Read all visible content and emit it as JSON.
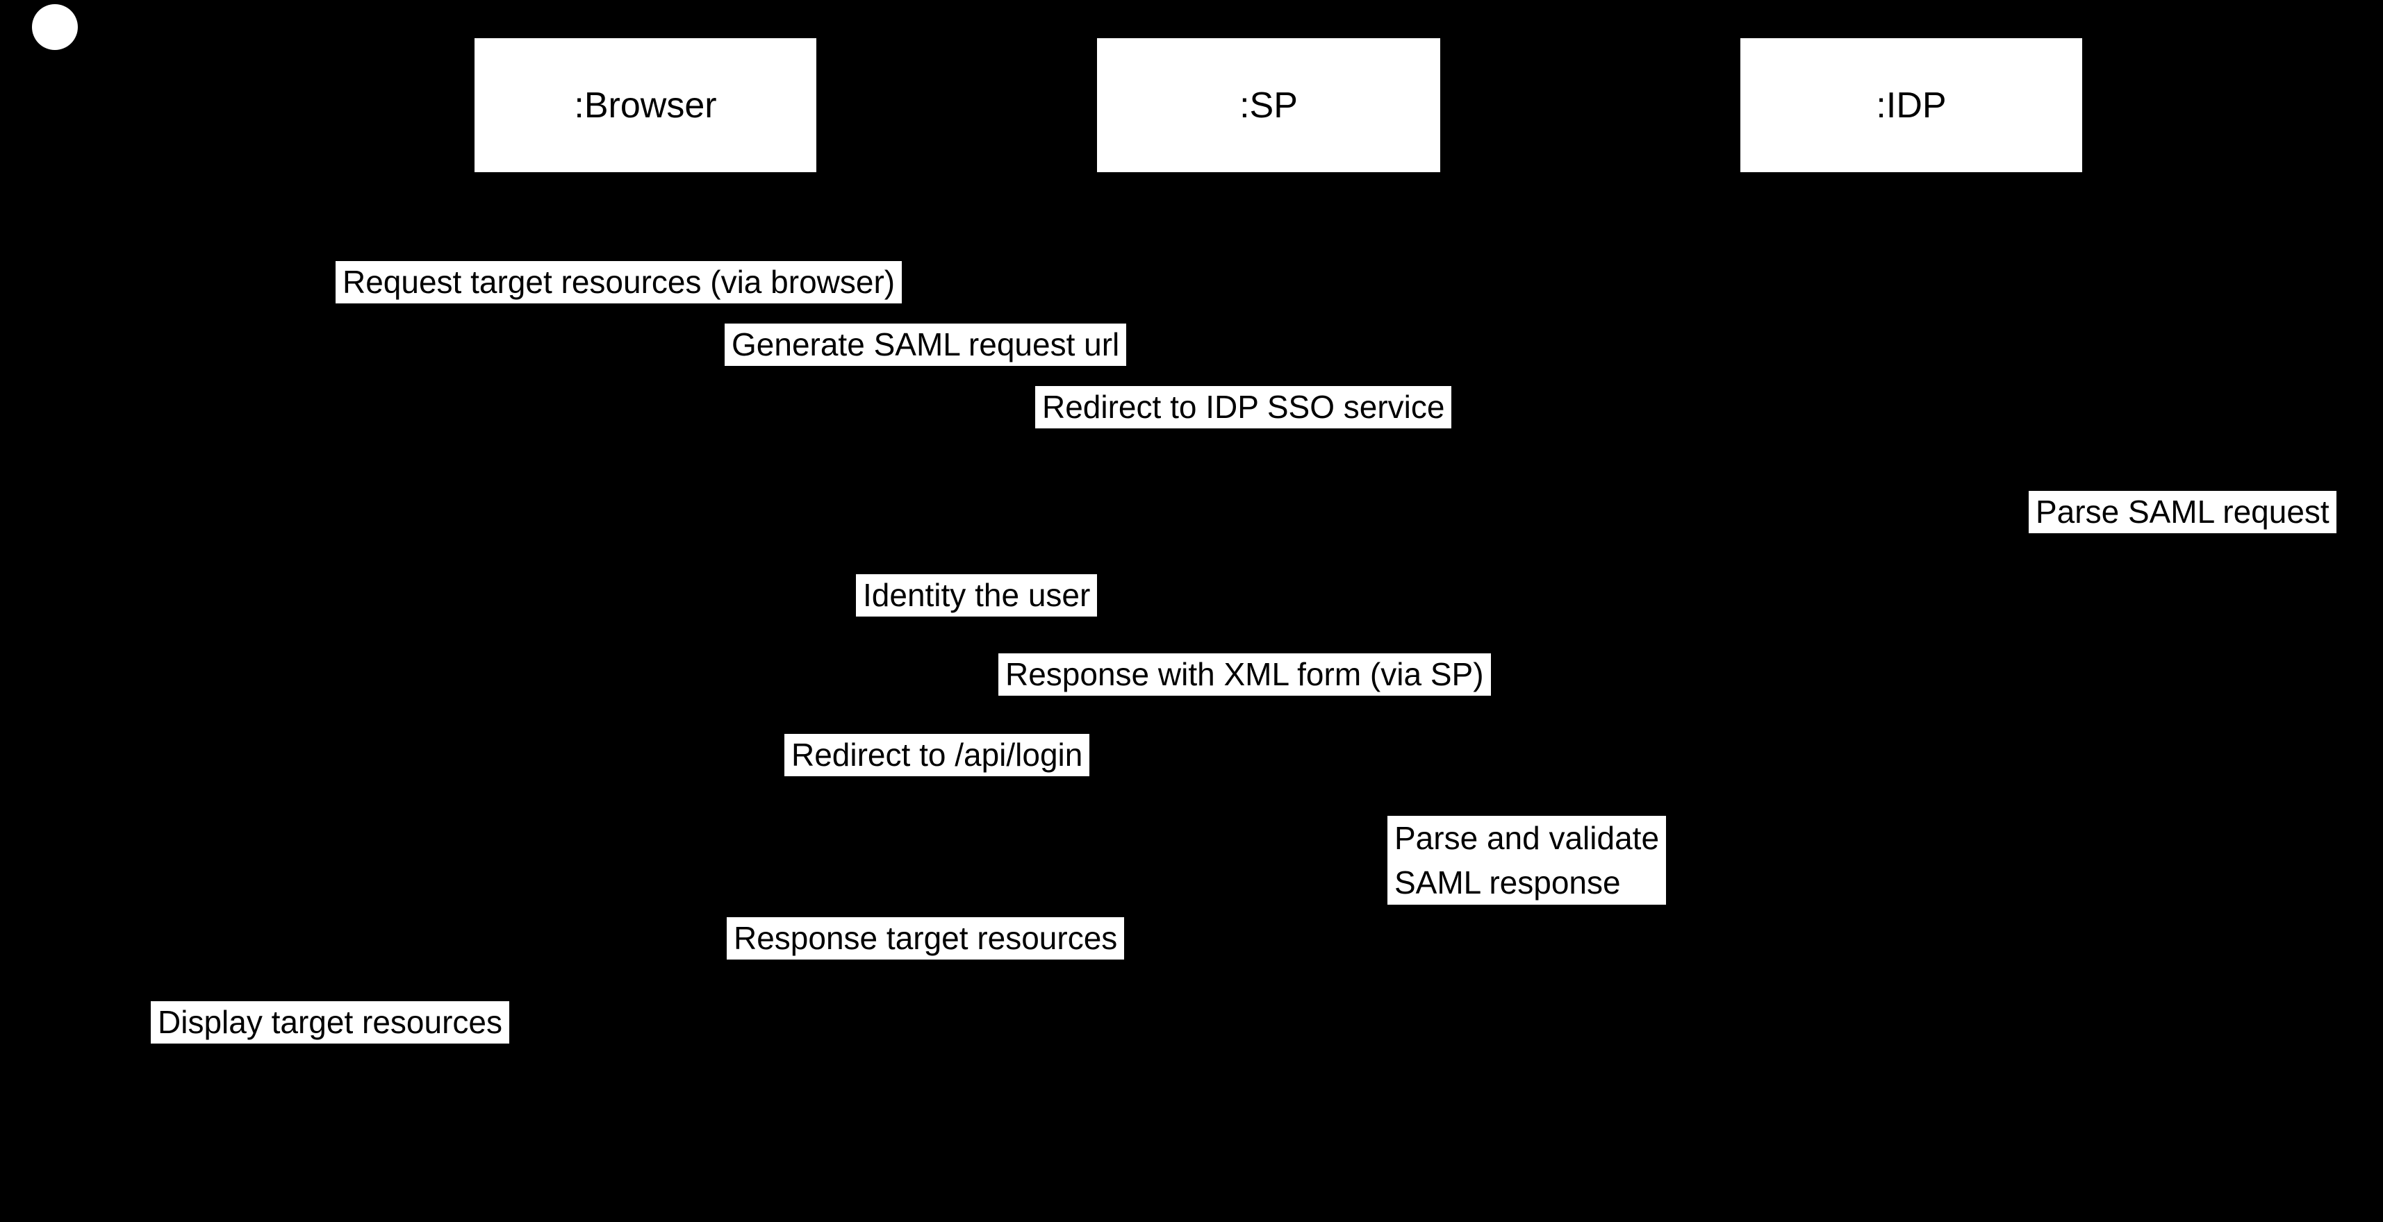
{
  "diagram": {
    "title": "SAML SSO sequence diagram",
    "colors": {
      "background": "#000000",
      "node_fill": "#ffffff",
      "node_text": "#000000"
    },
    "lifelines": [
      {
        "label": ":Browser"
      },
      {
        "label": ":SP"
      },
      {
        "label": ":IDP"
      }
    ],
    "messages": [
      {
        "text": "Request target resources (via browser)"
      },
      {
        "text": "Generate SAML request url"
      },
      {
        "text": "Redirect to IDP SSO service"
      },
      {
        "text": "Parse SAML request"
      },
      {
        "text": "Identity the user"
      },
      {
        "text": "Response with XML form (via SP)"
      },
      {
        "text": "Redirect to /api/login"
      },
      {
        "text": "Parse and validate\nSAML response"
      },
      {
        "text": "Response target resources"
      },
      {
        "text": "Display target resources"
      }
    ]
  }
}
